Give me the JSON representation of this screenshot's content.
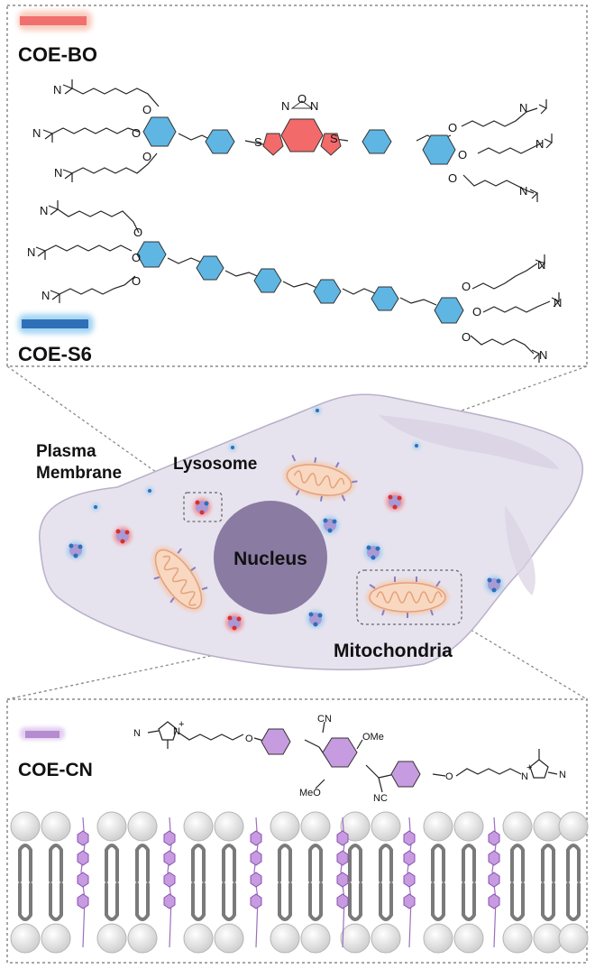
{
  "colors": {
    "coe_bo_bar": "#f07070",
    "coe_bo_ring": "#f26a6a",
    "coe_s6_bar": "#2e6fb8",
    "coe_s6_ring": "#5fb6e3",
    "coe_cn_bar": "#b48ccf",
    "coe_cn_ring": "#c79be0",
    "cell_fill": "#e7e3ee",
    "nucleus_fill": "#8a7ba3",
    "mito_fill": "#f4c6a6",
    "panel_border": "#8a8a8a"
  },
  "top_panel": {
    "coe_bo_label": "COE-BO",
    "coe_s6_label": "COE-S6",
    "atoms": {
      "nitrogen": "N",
      "oxygen": "O",
      "sulfur": "S",
      "charge_plus": "+"
    }
  },
  "cell": {
    "plasma_membrane_label_line1": "Plasma",
    "plasma_membrane_label_line2": "Membrane",
    "lysosome_label": "Lysosome",
    "nucleus_label": "Nucleus",
    "mitochondria_label": "Mitochondria"
  },
  "bottom_panel": {
    "coe_cn_label": "COE-CN",
    "atoms": {
      "cn": "CN",
      "nc": "NC",
      "ome": "OMe",
      "meo": "MeO",
      "oxygen": "O",
      "nitrogen": "N",
      "charge_plus": "+"
    }
  }
}
